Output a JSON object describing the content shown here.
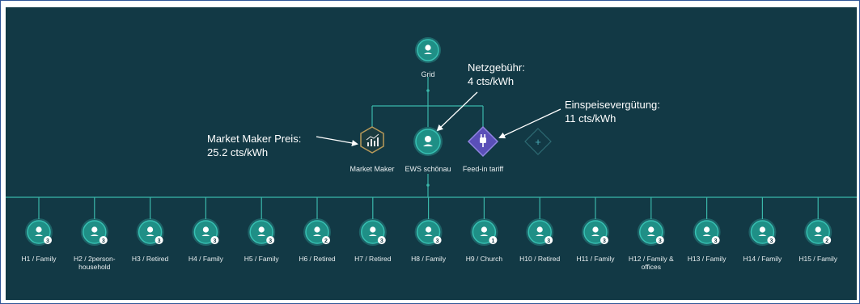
{
  "colors": {
    "background": "#123945",
    "node_fill": "#1f8f86",
    "node_ring": "#37c1b3",
    "line": "#3ab7aa",
    "market_maker": "#b89a5a",
    "feed_in": "#6f62c8",
    "badge": "#ffffff"
  },
  "grid": {
    "label": "Grid",
    "icon": "user-pin-icon"
  },
  "market_maker": {
    "label": "Market Maker",
    "icon": "chart-icon"
  },
  "ews": {
    "label": "EWS schönau",
    "icon": "user-pin-icon"
  },
  "feed_in": {
    "label": "Feed-in tariff",
    "icon": "plug-icon"
  },
  "add_node": {
    "icon": "plus-icon",
    "symbol": "+"
  },
  "annotations": {
    "netz": {
      "line1": "Netzgebühr:",
      "line2": "4 cts/kWh"
    },
    "einspeise": {
      "line1": "Einspeisevergütung:",
      "line2": "11 cts/kWh"
    },
    "market_price": {
      "line1": "Market Maker Preis:",
      "line2": "25.2 cts/kWh"
    }
  },
  "households": [
    {
      "label": "H1 / Family",
      "badge": "3"
    },
    {
      "label": "H2 / 2person-household",
      "badge": "3"
    },
    {
      "label": "H3 / Retired",
      "badge": "3"
    },
    {
      "label": "H4 / Family",
      "badge": "3"
    },
    {
      "label": "H5 / Family",
      "badge": "3"
    },
    {
      "label": "H6 / Retired",
      "badge": "2"
    },
    {
      "label": "H7 / Retired",
      "badge": "3"
    },
    {
      "label": "H8 / Family",
      "badge": "3"
    },
    {
      "label": "H9 / Church",
      "badge": "1"
    },
    {
      "label": "H10 / Retired",
      "badge": "3"
    },
    {
      "label": "H11 / Family",
      "badge": "3"
    },
    {
      "label": "H12 / Family & offices",
      "badge": "3"
    },
    {
      "label": "H13 / Family",
      "badge": "3"
    },
    {
      "label": "H14 / Family",
      "badge": "3"
    },
    {
      "label": "H15 / Family",
      "badge": "2"
    }
  ]
}
